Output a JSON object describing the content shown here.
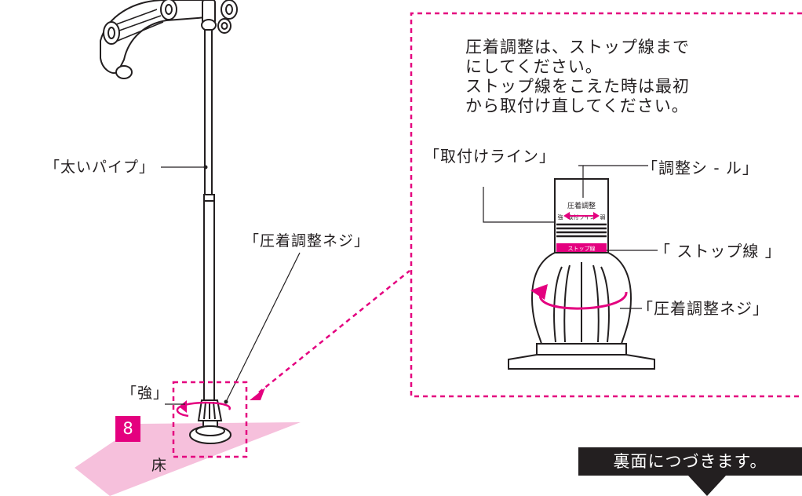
{
  "instructions": {
    "lines": [
      "圧着調整は、ストップ線まで",
      "にしてください。",
      "ストップ線をこえた時は最初",
      "から取付け直してください。"
    ]
  },
  "labels": {
    "thick_pipe": "「太いパイプ」",
    "pressure_screw_left": "「圧着調整ネジ」",
    "strong": "「強」",
    "step_number": "8",
    "floor": "床",
    "mounting_line": "「取付けライン」",
    "adjust_seal": "「調整シ - ル」",
    "stop_line": "「 ストップ線 」",
    "pressure_screw_right": "「圧着調整ネジ」"
  },
  "seal": {
    "title": "圧着調整",
    "mount_text": "取付ライン",
    "strong_mark": "強",
    "weak_mark": "弱",
    "stop_text": "ストップ線"
  },
  "footer": {
    "continue_text": "裏面につづきます。"
  },
  "colors": {
    "accent": "#e4007f",
    "floor_pink": "#f6c0dc",
    "ink": "#231f20"
  }
}
